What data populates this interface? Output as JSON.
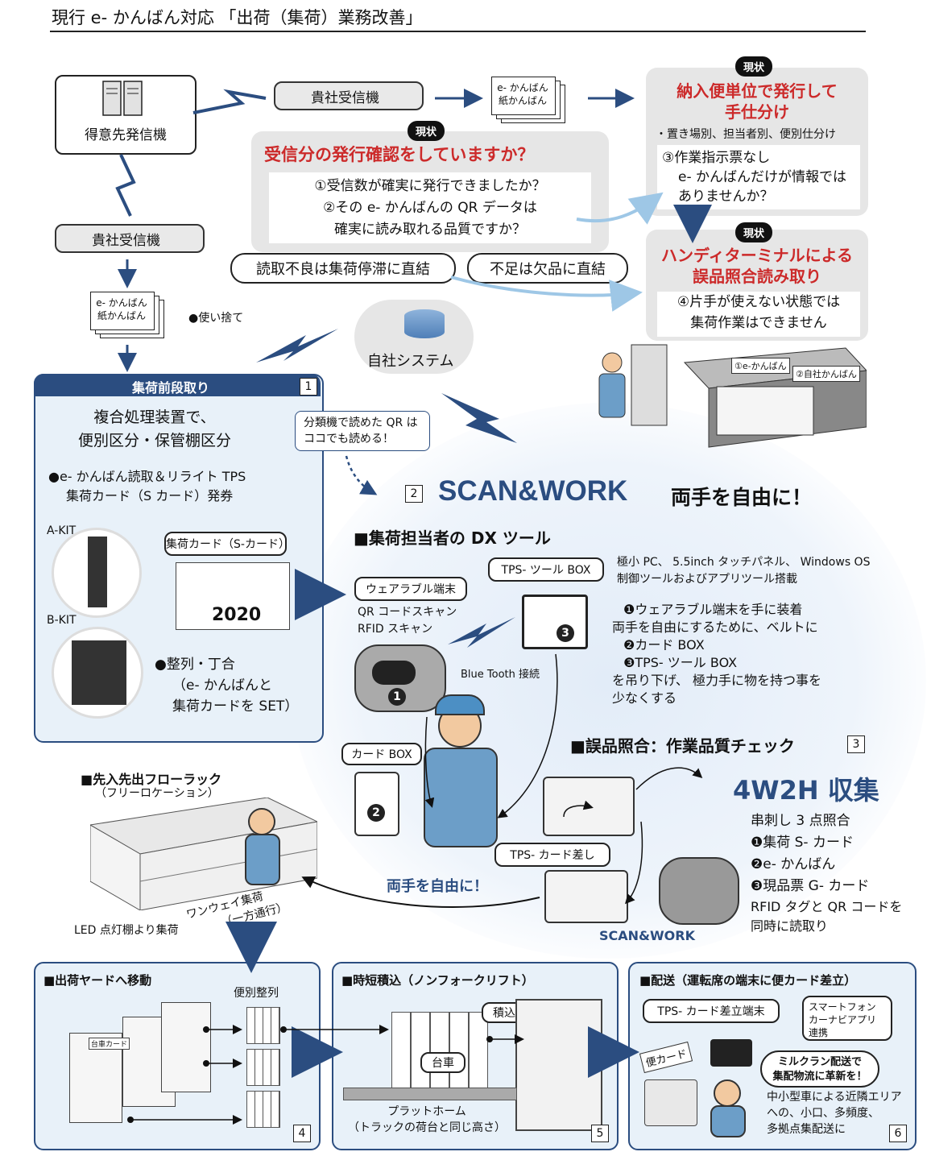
{
  "header": {
    "title": "現行 e- かんばん対応 「出荷（集荷）業務改善」"
  },
  "top": {
    "customer_sender": "得意先発信機",
    "our_receiver_top": "貴社受信機",
    "our_receiver_left": "貴社受信機",
    "ekanban_doc": [
      "e- かんばん",
      "紙かんばん"
    ],
    "disposable": "●使い捨て",
    "own_system": "自社システム",
    "status_badge": "現状",
    "q_box": {
      "title": "受信分の発行確認をしていますか？",
      "lines": [
        "①受信数が確実に発行できましたか？",
        "②その e- かんばんの QR データは",
        "確実に読み取れる品質ですか？"
      ]
    },
    "warn_left": "読取不良は集荷停滞に直結",
    "warn_right": "不足は欠品に直結",
    "issue_box": {
      "title": [
        "納入便単位で発行して",
        "手仕分け"
      ],
      "note": "・置き場別、担当者別、便別仕分け",
      "lines": [
        "③作業指示票なし",
        "e- かんばんだけが情報では",
        "ありませんか？"
      ]
    },
    "handy_box": {
      "title": [
        "ハンディターミナルによる",
        "誤品照合読み取り"
      ],
      "lines": [
        "④片手が使えない状態では",
        "集荷作業はできません"
      ]
    },
    "illus_labels": [
      "①e-かんばん",
      "②自社かんばん"
    ]
  },
  "panel1": {
    "header": "集荷前段取り",
    "num": "1",
    "heading": [
      "複合処理装置で、",
      "便別区分・保管棚区分"
    ],
    "bullet1": [
      "●e- かんばん読取＆リライト TPS",
      "集荷カード（S カード）発券"
    ],
    "a_kit": "A-KIT",
    "b_kit": "B-KIT",
    "card_label": "集荷カード（S-カード）",
    "card_number": "2020",
    "bullet2": [
      "●整列・丁合",
      "（e- かんばんと",
      "集荷カードを SET）"
    ]
  },
  "callout": [
    "分類機で読めた QR は",
    "ココでも読める！"
  ],
  "scan": {
    "num": "2",
    "logo": "SCAN&WORK",
    "slogan": "両手を自由に！",
    "dx_title": "■集荷担当者の DX ツール",
    "wearable": "ウェアラブル端末",
    "scan_lines": [
      "QR コードスキャン",
      "RFID スキャン"
    ],
    "tps_box": "TPS- ツール BOX",
    "spec": [
      "極小 PC、 5.5inch タッチパネル、 Windows OS",
      "制御ツールおよびアプリツール搭載"
    ],
    "bt": "Blue Tooth 接続",
    "steps": [
      "❶ウェアラブル端末を手に装着",
      "両手を自由にするために、ベルトに",
      "❷カード BOX",
      "❸TPS- ツール BOX",
      "を吊り下げ、 極力手に物を持つ事を",
      "少なくする"
    ],
    "card_box": "カード BOX",
    "tps_card": "TPS- カード差し",
    "free_hands": "両手を自由に！",
    "logo_small": "SCAN&WORK"
  },
  "check": {
    "title": "■誤品照合：作業品質チェック",
    "num": "3",
    "big": "4W2H 収集",
    "lines": [
      "串刺し 3 点照合",
      "❶集荷 S- カード",
      "❷e- かんばん",
      "❸現品票 G- カード"
    ],
    "rfid": [
      "RFID タグと QR コードを",
      "同時に読取り"
    ]
  },
  "rack": {
    "title": "■先入先出フローラック",
    "sub": "（フリーロケーション）",
    "oneway": "ワンウェイ集荷",
    "oneway_sub": "（一方通行）",
    "led": "LED 点灯棚より集荷"
  },
  "p4": {
    "title": "■出荷ヤードへ移動",
    "sort": "便別整列",
    "cart": "台車カード",
    "num": "4"
  },
  "p5": {
    "title": "■時短積込（ノンフォークリフト）",
    "load": "積込",
    "cart": "台車",
    "platform": [
      "プラットホーム",
      "（トラックの荷台と同じ高さ）"
    ],
    "num": "5"
  },
  "p6": {
    "title": "■配送（運転席の端末に便カード差立）",
    "tps": "TPS- カード差立端末",
    "smart": [
      "スマートフォン",
      "カーナビアプリ",
      "連携"
    ],
    "bin_card": "便カード",
    "milk": [
      "ミルクラン配送で",
      "集配物流に革新を！"
    ],
    "desc": [
      "中小型車による近隣エリア",
      "への、小口、多頻度、",
      "多拠点集配送に"
    ],
    "num": "6"
  },
  "colors": {
    "accent_blue": "#2b4d80",
    "alert_red": "#cc2a2a",
    "panel_bg": "#e8f1f9",
    "gray_box": "#e6e6e6"
  }
}
